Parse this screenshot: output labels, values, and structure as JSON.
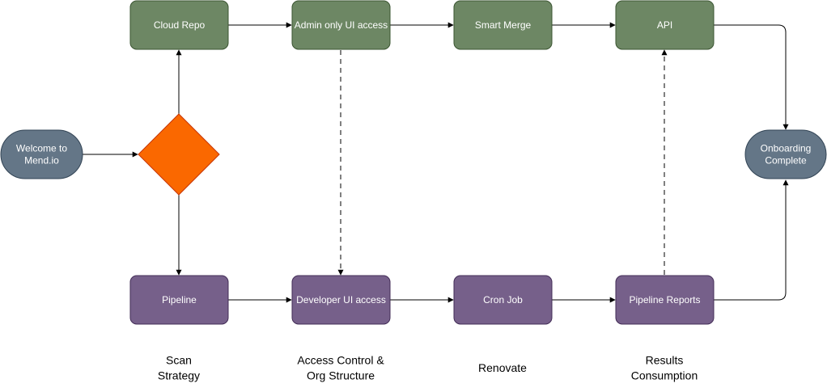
{
  "nodes": {
    "start": "Welcome to Mend.io",
    "cloud_repo": "Cloud Repo",
    "admin_ui": "Admin only UI access",
    "smart_merge": "Smart Merge",
    "api": "API",
    "pipeline": "Pipeline",
    "developer_ui": "Developer UI access",
    "cron_job": "Cron Job",
    "pipeline_reports": "Pipeline Reports",
    "end": "Onboarding Complete"
  },
  "stage_labels": {
    "scan_strategy": "Scan Strategy",
    "access_control": "Access Control & Org Structure",
    "renovate": "Renovate",
    "results": "Results Consumption"
  },
  "colors": {
    "green_fill": "#6d8764",
    "green_stroke": "#3a5431",
    "purple_fill": "#76608a",
    "purple_stroke": "#432d57",
    "terminal_fill": "#647687",
    "terminal_stroke": "#314354",
    "decision_fill": "#fa6800",
    "decision_stroke": "#c73500",
    "edge": "#000000"
  }
}
